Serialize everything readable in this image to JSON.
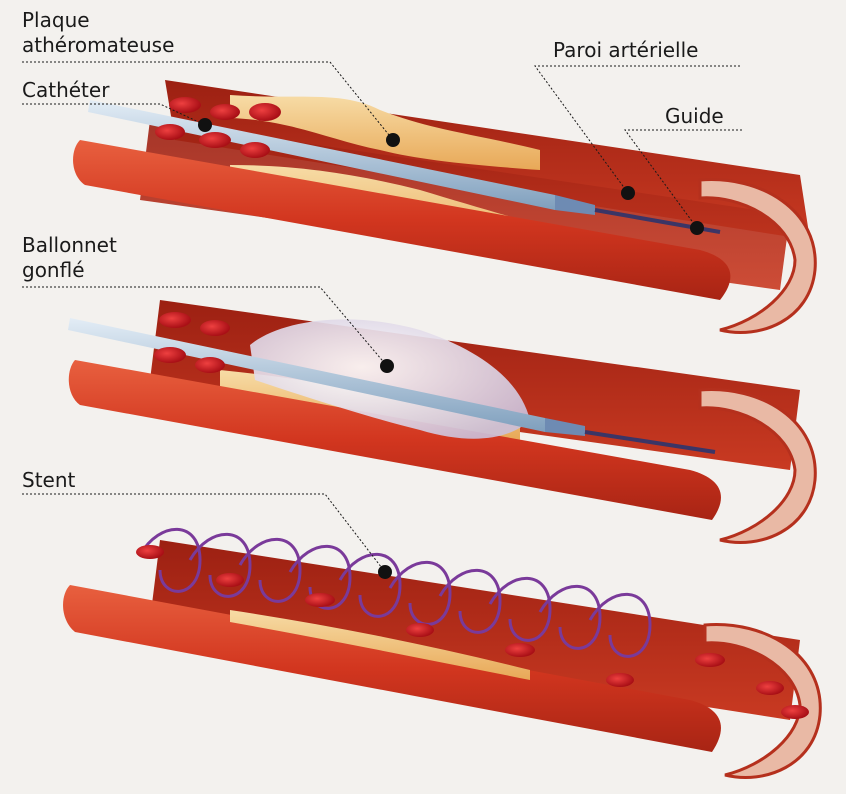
{
  "labels": {
    "plaque_line1": "Plaque",
    "plaque_line2": "athéromateuse",
    "catheter": "Cathéter",
    "paroi": "Paroi artérielle",
    "guide": "Guide",
    "ballonnet_line1": "Ballonnet",
    "ballonnet_line2": "gonflé",
    "stent": "Stent"
  },
  "colors": {
    "artery_wall": "#d2361f",
    "artery_inner": "#b52a18",
    "plaque": "#f2c47a",
    "catheter": "#a9c3d9",
    "guide": "#3b3566",
    "balloon": "#e8e0ef",
    "stent": "#7a3a9a",
    "blood_cell": "#c8141c"
  }
}
